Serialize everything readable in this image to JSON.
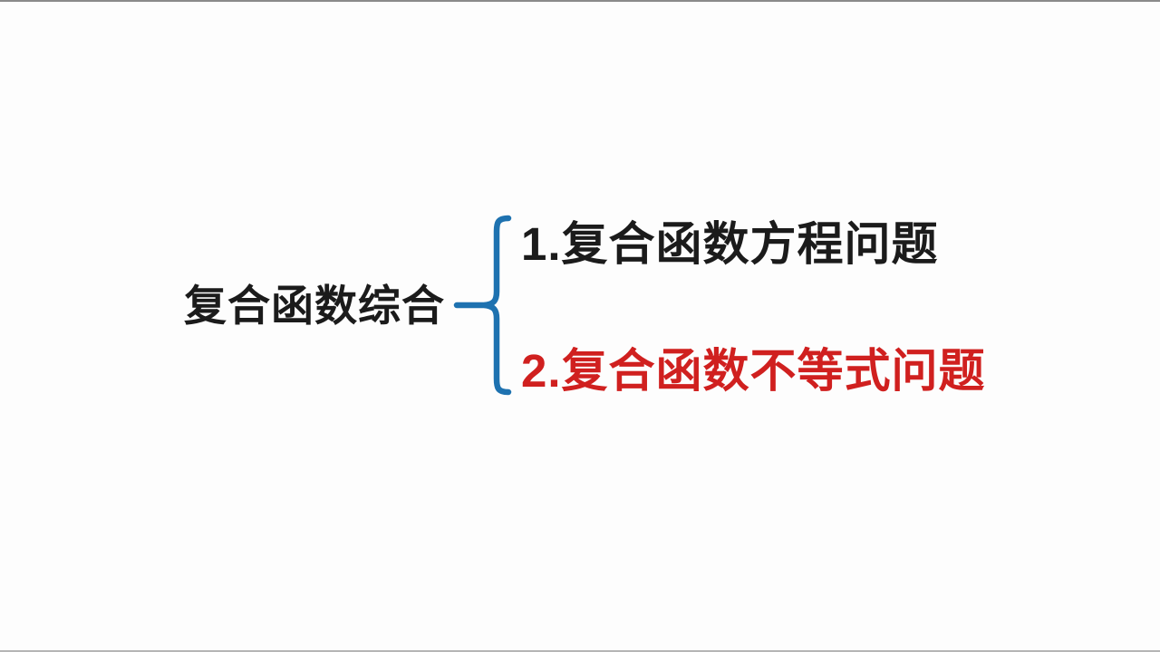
{
  "page": {
    "background_color": "#fdfdfd",
    "top_edge_color": "#8a8a8a",
    "bottom_edge_color": "#b5b5b5"
  },
  "diagram": {
    "root_label": "复合函数综合",
    "root_color": "#1b1b1b",
    "brace_color": "#1e72b0",
    "branches": [
      {
        "text": "1.复合函数方程问题",
        "color": "#1b1b1b"
      },
      {
        "text": "2.复合函数不等式问题",
        "color": "#d0201f"
      }
    ]
  }
}
